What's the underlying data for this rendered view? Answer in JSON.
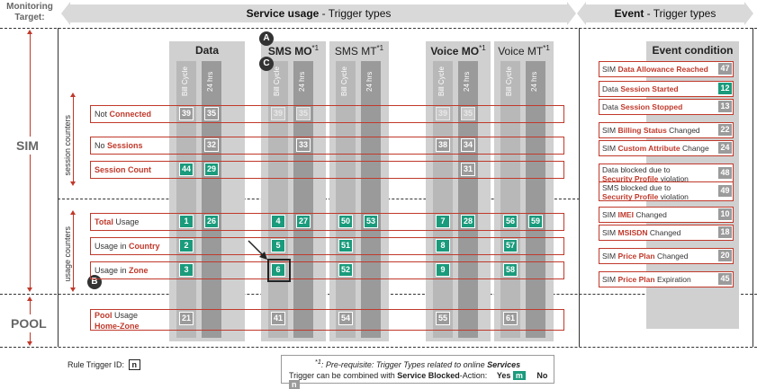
{
  "header": {
    "monitoring_target": "Monitoring Target:",
    "service_usage_bold": "Service usage",
    "service_usage_rest": " - Trigger types",
    "event_bold": "Event",
    "event_rest": " - Trigger types"
  },
  "sections": {
    "sim": "SIM",
    "pool": "POOL",
    "session_counters": "session counters",
    "usage_counters": "usage counters"
  },
  "columns": {
    "data": "Data",
    "sms_mo": "SMS MO",
    "sms_mt": "SMS MT",
    "voice_mo": "Voice MO",
    "voice_mt": "Voice MT",
    "prereq_mark": "*1",
    "bill_cycle": "Bill Cycle",
    "h24": "24 hrs",
    "event_condition": "Event condition"
  },
  "markers": {
    "a": "A",
    "b": "B",
    "c": "C"
  },
  "rows": {
    "not_connected": {
      "pre": "Not ",
      "bold": "Connected",
      "post": ""
    },
    "no_sessions": {
      "pre": "No ",
      "bold": "Sessions",
      "post": ""
    },
    "session_count": {
      "pre": "",
      "bold": "Session Count",
      "post": ""
    },
    "total_usage": {
      "pre": "",
      "bold": "Total",
      "post": " Usage"
    },
    "usage_country": {
      "pre": "Usage in ",
      "bold": "Country",
      "post": ""
    },
    "usage_zone": {
      "pre": "Usage in ",
      "bold": "Zone",
      "post": ""
    },
    "pool_usage": {
      "bold1": "Pool",
      "post1": " Usage",
      "bold2": "Home-Zone"
    }
  },
  "ids": {
    "nc_d_bc": "39",
    "nc_d_24": "35",
    "nc_smo_bc": "39",
    "nc_smo_24": "35",
    "nc_vmo_bc": "39",
    "nc_vmo_24": "35",
    "ns_d_24": "32",
    "ns_smo_24": "33",
    "ns_vmo_bc": "38",
    "ns_vmo_24": "34",
    "sc_d_bc": "44",
    "sc_d_24": "29",
    "sc_vmo_24": "31",
    "tu_d_bc": "1",
    "tu_d_24": "26",
    "tu_smo_bc": "4",
    "tu_smo_24": "27",
    "tu_smt_bc": "50",
    "tu_smt_24": "53",
    "tu_vmo_bc": "7",
    "tu_vmo_24": "28",
    "tu_vmt_bc": "56",
    "tu_vmt_24": "59",
    "uc_d_bc": "2",
    "uc_smo_bc": "5",
    "uc_smt_bc": "51",
    "uc_vmo_bc": "8",
    "uc_vmt_bc": "57",
    "uz_d_bc": "3",
    "uz_smo_bc": "6",
    "uz_smt_bc": "52",
    "uz_vmo_bc": "9",
    "uz_vmt_bc": "58",
    "pu_d_bc": "21",
    "pu_smo_bc": "41",
    "pu_smt_bc": "54",
    "pu_vmo_bc": "55",
    "pu_vmt_bc": "61"
  },
  "events": [
    {
      "pre": "SIM ",
      "bold": "Data Allowance Reached",
      "post": "",
      "id": "47",
      "yes": false
    },
    {
      "pre": "Data ",
      "bold": "Session Started",
      "post": "",
      "id": "12",
      "yes": true
    },
    {
      "pre": "Data ",
      "bold": "Session Stopped",
      "post": "",
      "id": "13",
      "yes": false
    },
    {
      "pre": "SIM ",
      "bold": "Billing Status",
      "post": " Changed",
      "id": "22",
      "yes": false
    },
    {
      "pre": "SIM ",
      "bold": "Custom Attribute",
      "post": " Change",
      "id": "24",
      "yes": false
    },
    {
      "pre": "Data blocked due to ",
      "bold": "Security Profile",
      "post": " violation",
      "id": "48",
      "yes": false
    },
    {
      "pre": "SMS blocked due to ",
      "bold": "Security Profile",
      "post": " violation",
      "id": "49",
      "yes": false
    },
    {
      "pre": "SIM ",
      "bold": "IMEI",
      "post": " Changed",
      "id": "10",
      "yes": false
    },
    {
      "pre": "SIM ",
      "bold": "MSISDN",
      "post": " Changed",
      "id": "18",
      "yes": false
    },
    {
      "pre": "SIM ",
      "bold": "Price Plan",
      "post": " Changed",
      "id": "20",
      "yes": false
    },
    {
      "pre": "SIM ",
      "bold": "Price Plan",
      "post": " Expiration",
      "id": "45",
      "yes": false
    }
  ],
  "legend": {
    "rule_trigger_id": "Rule Trigger ID:",
    "n": "n",
    "prereq_mark": "*1",
    "prereq": ": Pre-requisite: Trigger Types related to online ",
    "prereq_bold": "Services",
    "combine": "Trigger can be combined with ",
    "combine_bold": "Service Blocked",
    "combine_post": "-Action:",
    "yes": "Yes",
    "yes_badge": "m",
    "no": "No",
    "no_badge": "n"
  },
  "colors": {
    "accent_red": "#c0392b",
    "green": "#1a9b7c",
    "grey": "#9b9b9b"
  }
}
